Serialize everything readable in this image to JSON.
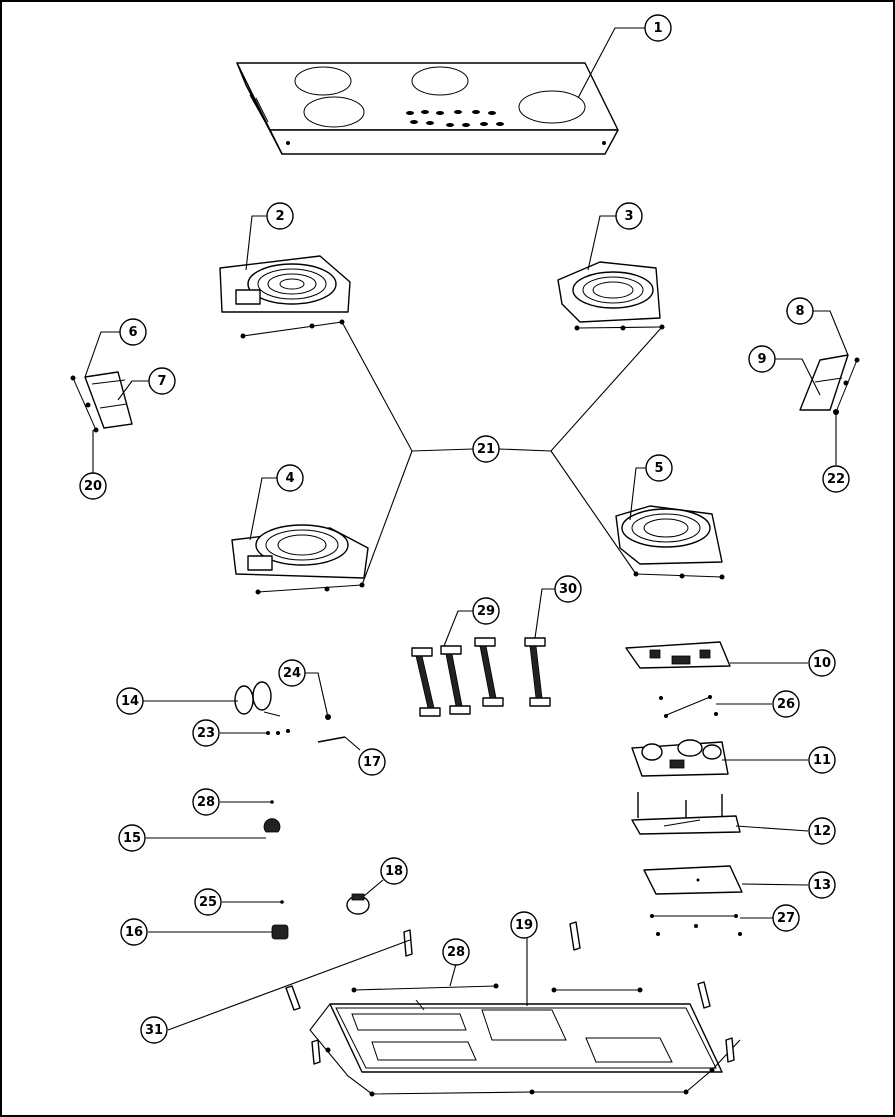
{
  "diagram": {
    "type": "exploded parts diagram",
    "callouts": [
      {
        "label": "1"
      },
      {
        "label": "2"
      },
      {
        "label": "3"
      },
      {
        "label": "4"
      },
      {
        "label": "5"
      },
      {
        "label": "6"
      },
      {
        "label": "7"
      },
      {
        "label": "8"
      },
      {
        "label": "9"
      },
      {
        "label": "10"
      },
      {
        "label": "11"
      },
      {
        "label": "12"
      },
      {
        "label": "13"
      },
      {
        "label": "14"
      },
      {
        "label": "15"
      },
      {
        "label": "16"
      },
      {
        "label": "17"
      },
      {
        "label": "18"
      },
      {
        "label": "19"
      },
      {
        "label": "20"
      },
      {
        "label": "21"
      },
      {
        "label": "22"
      },
      {
        "label": "23"
      },
      {
        "label": "24"
      },
      {
        "label": "25"
      },
      {
        "label": "26"
      },
      {
        "label": "27"
      },
      {
        "label": "28"
      },
      {
        "label": "28"
      },
      {
        "label": "29"
      },
      {
        "label": "30"
      },
      {
        "label": "31"
      }
    ]
  }
}
